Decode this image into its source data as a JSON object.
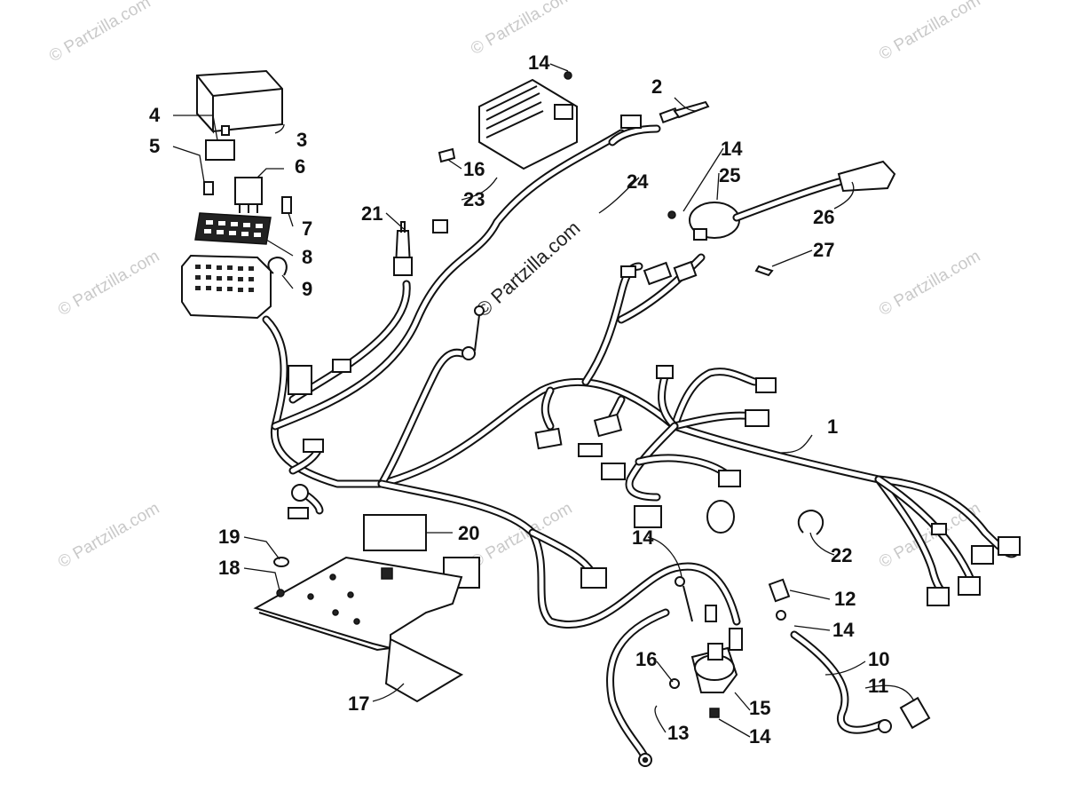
{
  "watermark_text": "© Partzilla.com",
  "center_watermark": "© Partzilla.com",
  "callouts": [
    {
      "id": "c1",
      "label": "1"
    },
    {
      "id": "c2",
      "label": "2"
    },
    {
      "id": "c3",
      "label": "3"
    },
    {
      "id": "c4",
      "label": "4"
    },
    {
      "id": "c5",
      "label": "5"
    },
    {
      "id": "c6",
      "label": "6"
    },
    {
      "id": "c7",
      "label": "7"
    },
    {
      "id": "c8",
      "label": "8"
    },
    {
      "id": "c9",
      "label": "9"
    },
    {
      "id": "c10",
      "label": "10"
    },
    {
      "id": "c11",
      "label": "11"
    },
    {
      "id": "c12",
      "label": "12"
    },
    {
      "id": "c13",
      "label": "13"
    },
    {
      "id": "c14a",
      "label": "14"
    },
    {
      "id": "c14b",
      "label": "14"
    },
    {
      "id": "c14c",
      "label": "14"
    },
    {
      "id": "c14d",
      "label": "14"
    },
    {
      "id": "c14e",
      "label": "14"
    },
    {
      "id": "c15",
      "label": "15"
    },
    {
      "id": "c16a",
      "label": "16"
    },
    {
      "id": "c16b",
      "label": "16"
    },
    {
      "id": "c17",
      "label": "17"
    },
    {
      "id": "c18",
      "label": "18"
    },
    {
      "id": "c19",
      "label": "19"
    },
    {
      "id": "c20",
      "label": "20"
    },
    {
      "id": "c21",
      "label": "21"
    },
    {
      "id": "c22",
      "label": "22"
    },
    {
      "id": "c23",
      "label": "23"
    },
    {
      "id": "c24",
      "label": "24"
    },
    {
      "id": "c25",
      "label": "25"
    },
    {
      "id": "c26",
      "label": "26"
    },
    {
      "id": "c27",
      "label": "27"
    }
  ]
}
